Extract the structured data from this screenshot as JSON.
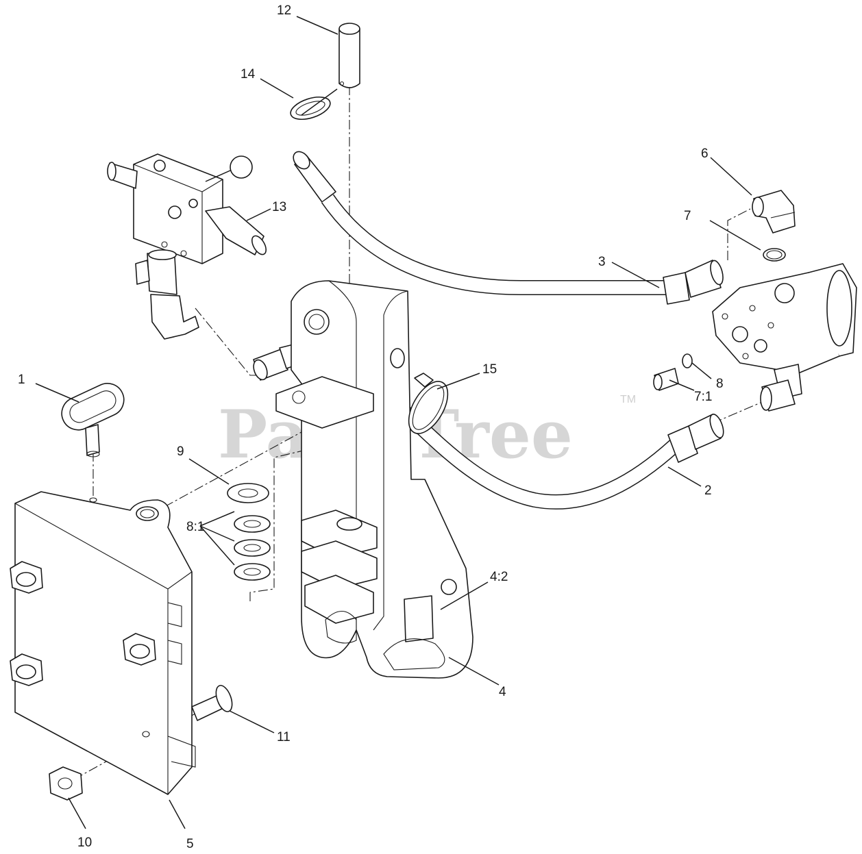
{
  "watermark": {
    "text": "PartsTree",
    "trademark": "TM"
  },
  "callouts": [
    {
      "id": "1",
      "label": "1"
    },
    {
      "id": "2",
      "label": "2"
    },
    {
      "id": "3",
      "label": "3"
    },
    {
      "id": "4",
      "label": "4"
    },
    {
      "id": "4-2",
      "label": "4:2"
    },
    {
      "id": "5",
      "label": "5"
    },
    {
      "id": "6",
      "label": "6"
    },
    {
      "id": "7",
      "label": "7"
    },
    {
      "id": "7-1",
      "label": "7:1"
    },
    {
      "id": "8",
      "label": "8"
    },
    {
      "id": "8-1",
      "label": "8:1"
    },
    {
      "id": "9",
      "label": "9"
    },
    {
      "id": "10",
      "label": "10"
    },
    {
      "id": "11",
      "label": "11"
    },
    {
      "id": "12",
      "label": "12"
    },
    {
      "id": "13",
      "label": "13"
    },
    {
      "id": "14",
      "label": "14"
    },
    {
      "id": "15",
      "label": "15"
    }
  ],
  "colors": {
    "ink": "#1a1a1a",
    "paper": "#ffffff",
    "watermark": "#cfcfcf"
  }
}
